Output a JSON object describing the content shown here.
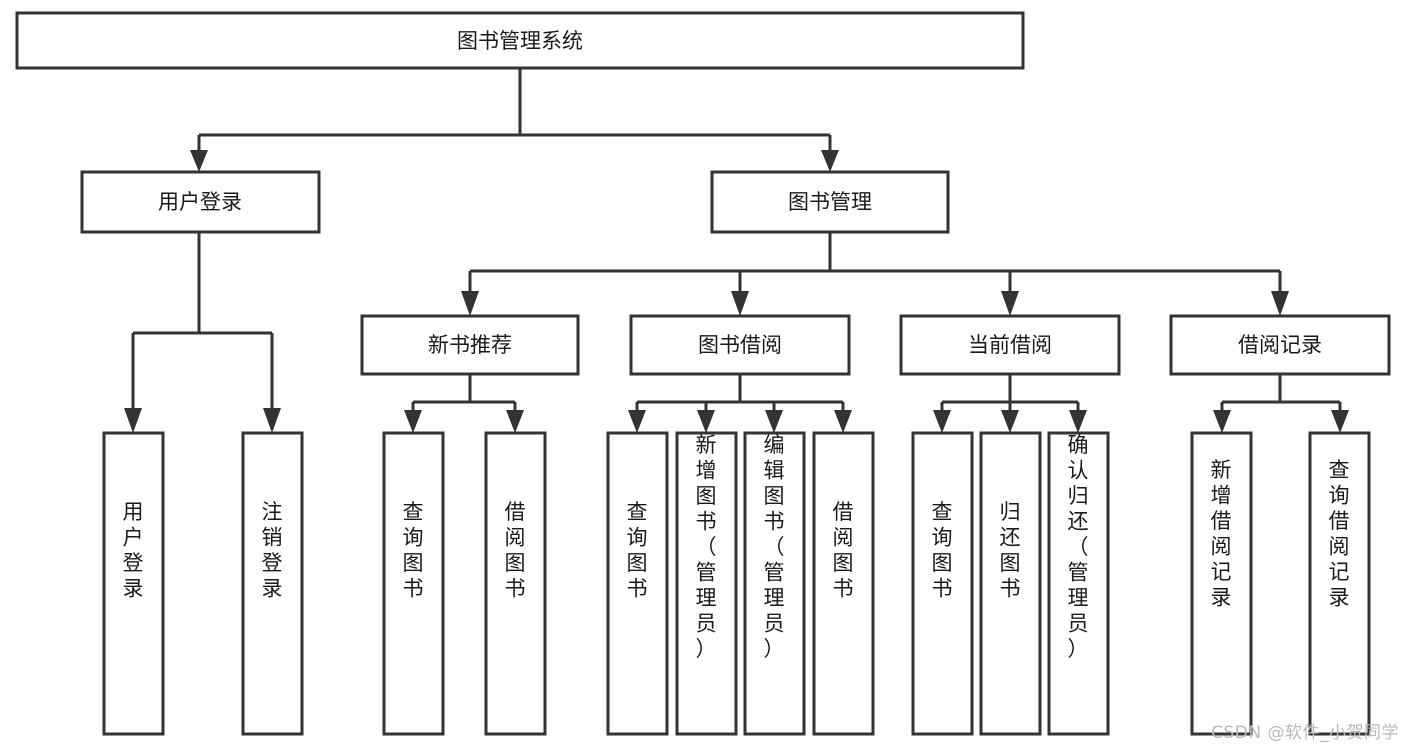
{
  "diagram": {
    "title": "图书管理系统",
    "type": "tree-hierarchy-diagram",
    "colors": {
      "box_stroke": "#333333",
      "box_fill": "#ffffff",
      "text": "#1a1a1a",
      "background": "#ffffff",
      "watermark": "#b9b9b9"
    },
    "root": {
      "label": "图书管理系统"
    },
    "level2": [
      {
        "label": "用户登录"
      },
      {
        "label": "图书管理"
      }
    ],
    "level3": [
      {
        "label": "新书推荐"
      },
      {
        "label": "图书借阅"
      },
      {
        "label": "当前借阅"
      },
      {
        "label": "借阅记录"
      }
    ],
    "leaves": {
      "user_login": [
        {
          "label": "用户登录"
        },
        {
          "label": "注销登录"
        }
      ],
      "new_book_recommend": [
        {
          "label": "查询图书"
        },
        {
          "label": "借阅图书"
        }
      ],
      "book_borrow": [
        {
          "label": "查询图书"
        },
        {
          "label": "新增图书（管理员）"
        },
        {
          "label": "编辑图书（管理员）"
        },
        {
          "label": "借阅图书"
        }
      ],
      "current_borrow": [
        {
          "label": "查询图书"
        },
        {
          "label": "归还图书"
        },
        {
          "label": "确认归还（管理员）"
        }
      ],
      "borrow_record": [
        {
          "label": "新增借阅记录"
        },
        {
          "label": "查询借阅记录"
        }
      ]
    }
  },
  "watermark": {
    "text": "CSDN @软件_小贺同学"
  }
}
